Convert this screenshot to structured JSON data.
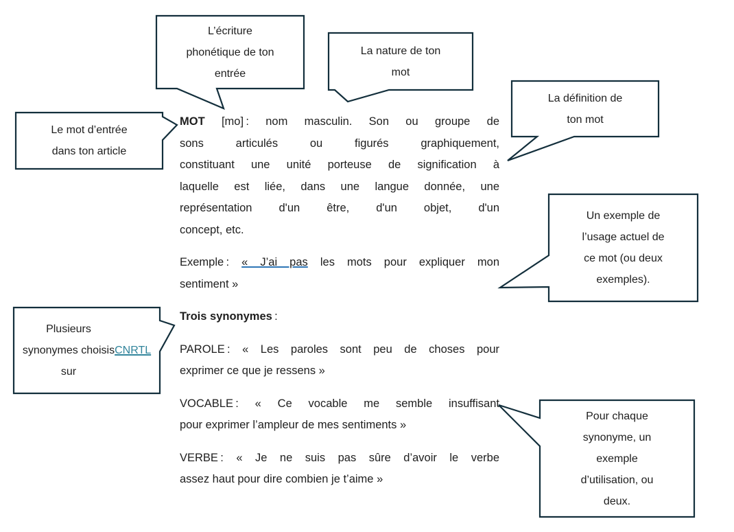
{
  "colors": {
    "callout_outline": "#132f3c",
    "body_text": "#1e1e1e",
    "link": "#31849B",
    "example_underline": "#2E75B6"
  },
  "callouts": [
    {
      "id": "phonetic",
      "text": "L’écriture\nphonétique de ton\nentrée"
    },
    {
      "id": "nature",
      "text": "La nature de ton\nmot"
    },
    {
      "id": "entry-word",
      "text": "Le mot d’entrée\ndans ton article"
    },
    {
      "id": "definition",
      "text": "La définition de\nton mot"
    },
    {
      "id": "usage-example",
      "text": "Un exemple de\nl’usage actuel de\nce mot (ou deux\nexemples)."
    },
    {
      "id": "synonyms-source",
      "text_before_link": "Plusieurs\nsynonymes choisis\nsur ",
      "link_label": "CNRTL"
    },
    {
      "id": "synonym-examples",
      "text": "Pour chaque\nsynonyme, un\nexemple\nd’utilisation, ou\ndeux."
    }
  ],
  "article": {
    "p1l1b": "MOT",
    "p1l1": " [mo] : nom masculin. Son ou groupe de",
    "p1l2": "sons articulés ou figurés graphiquement,",
    "p1l3": "constituant une unité porteuse de signification à",
    "p1l4": "laquelle est liée, dans une langue donnée, une",
    "p1l5": "représentation d'un être, d'un objet, d'un",
    "p1l6": "concept, etc.",
    "p2l1a": "Exemple : ",
    "p2l1u": "« J’ai pas",
    "p2l1c": " les mots pour expliquer mon",
    "p2l2": "sentiment »",
    "p3b": "Trois synonymes",
    "p3rest": " :",
    "p4l1": "PAROLE : « Les paroles sont peu de choses pour",
    "p4l2": "exprimer ce que je ressens »",
    "p5l1": "VOCABLE : « Ce vocable me semble insuffisant",
    "p5l2": "pour exprimer l’ampleur de mes sentiments »",
    "p6l1": "VERBE : « Je ne suis pas sûre d’avoir le verbe",
    "p6l2": "assez haut pour dire combien je t’aime »"
  }
}
